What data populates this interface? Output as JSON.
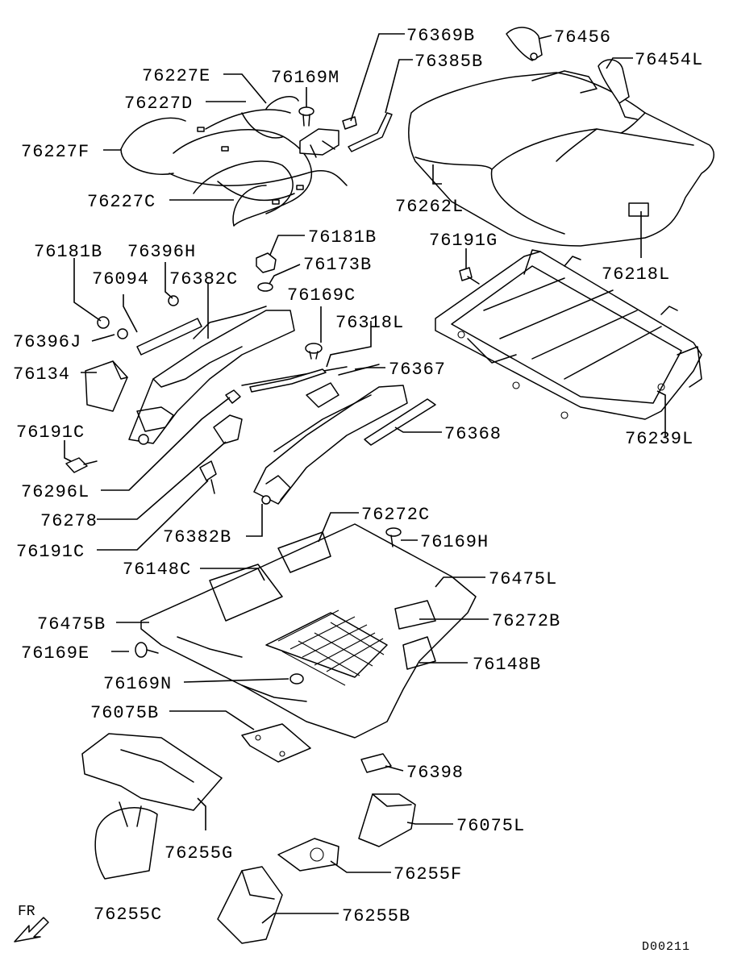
{
  "diagram": {
    "code": "D00211",
    "direction": "FR",
    "labels": {
      "p76369B": "76369B",
      "p76456": "76456",
      "p76385B": "76385B",
      "p76454L": "76454L",
      "p76227E": "76227E",
      "p76169M": "76169M",
      "p76227D": "76227D",
      "p76227F": "76227F",
      "p76227C": "76227C",
      "p76262L": "76262L",
      "p76218L": "76218L",
      "p76181B_a": "76181B",
      "p76396H": "76396H",
      "p76181B_b": "76181B",
      "p76191G": "76191G",
      "p76094": "76094",
      "p76382C": "76382C",
      "p76173B": "76173B",
      "p76169C": "76169C",
      "p76396J": "76396J",
      "p76318L": "76318L",
      "p76134": "76134",
      "p76367": "76367",
      "p76191C_a": "76191C",
      "p76368": "76368",
      "p76239L": "76239L",
      "p76296L": "76296L",
      "p76278": "76278",
      "p76382B": "76382B",
      "p76191C_b": "76191C",
      "p76272C": "76272C",
      "p76169H": "76169H",
      "p76148C": "76148C",
      "p76475L": "76475L",
      "p76475B": "76475B",
      "p76272B": "76272B",
      "p76169E": "76169E",
      "p76148B": "76148B",
      "p76169N": "76169N",
      "p76075B": "76075B",
      "p76398": "76398",
      "p76075L": "76075L",
      "p76255G": "76255G",
      "p76255F": "76255F",
      "p76255C": "76255C",
      "p76255B": "76255B"
    }
  }
}
